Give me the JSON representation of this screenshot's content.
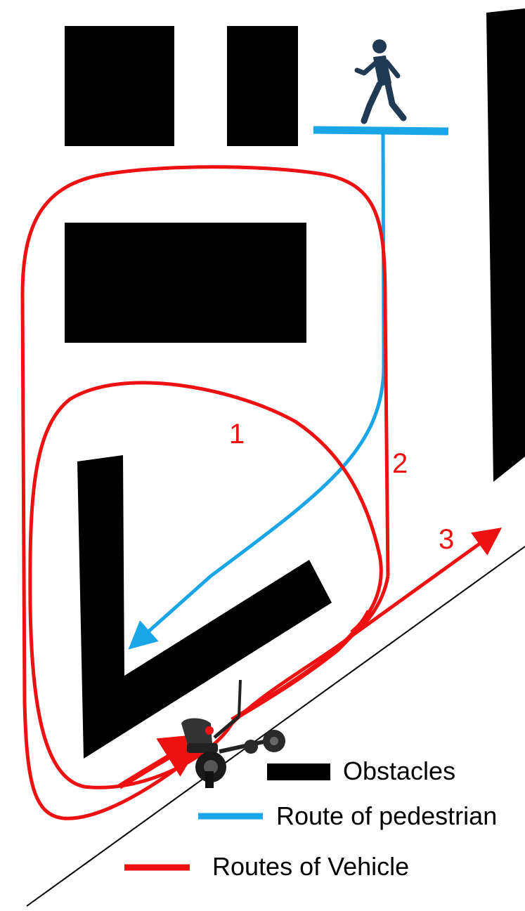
{
  "colors": {
    "obstacle": "#000000",
    "pedestrian_route": "#1aa5e6",
    "vehicle_route": "#ee1111",
    "pedestrian_icon": "#1f3a52",
    "background": "#ffffff"
  },
  "icons": {
    "pedestrian": "walking-person-icon",
    "vehicle": "wheelchair-robot-icon"
  },
  "route_labels": [
    "1",
    "2",
    "3"
  ],
  "legend": {
    "obstacles": "Obstacles",
    "pedestrian": "Route of pedestrian",
    "vehicle": "Routes of Vehicle"
  }
}
